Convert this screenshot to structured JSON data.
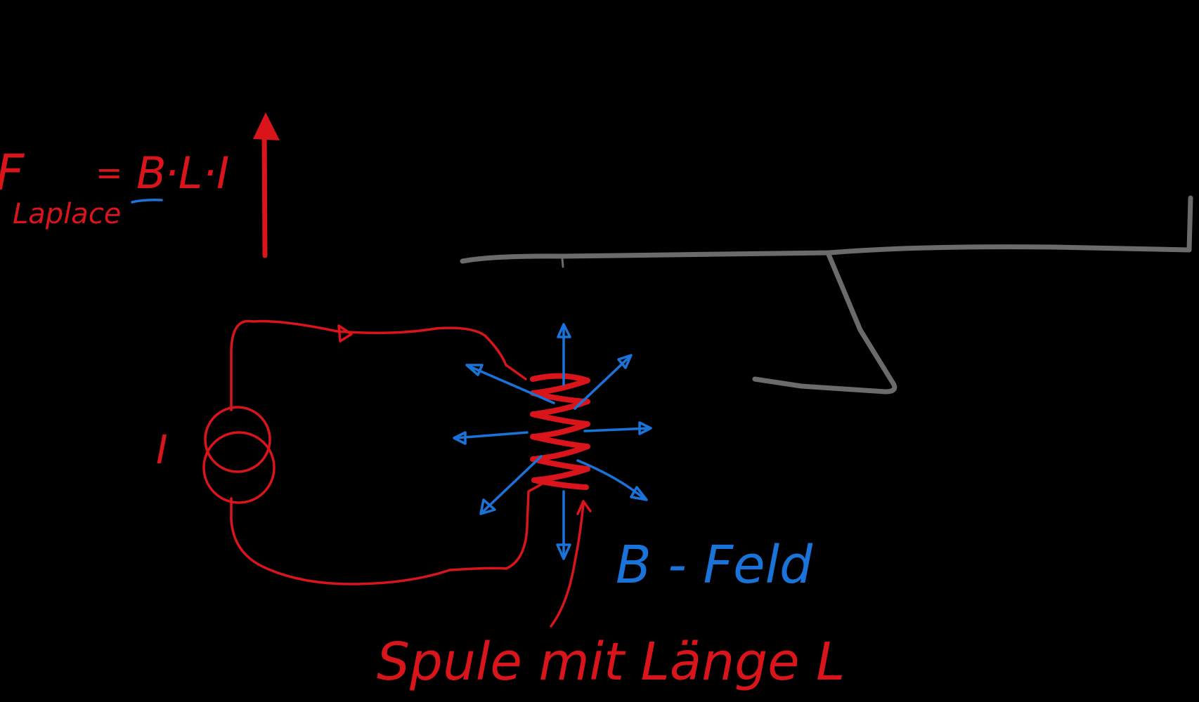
{
  "formula": {
    "f": "F",
    "subscript": "Laplace",
    "equals": "=",
    "b": "B",
    "rest": "·L·I"
  },
  "current_source_label": "I",
  "field_label": "B - Feld",
  "coil_label": "Spule mit Länge L",
  "colors": {
    "background": "#000000",
    "red": "#d9141b",
    "blue": "#1a73d9",
    "gray": "#6b6b6b"
  }
}
